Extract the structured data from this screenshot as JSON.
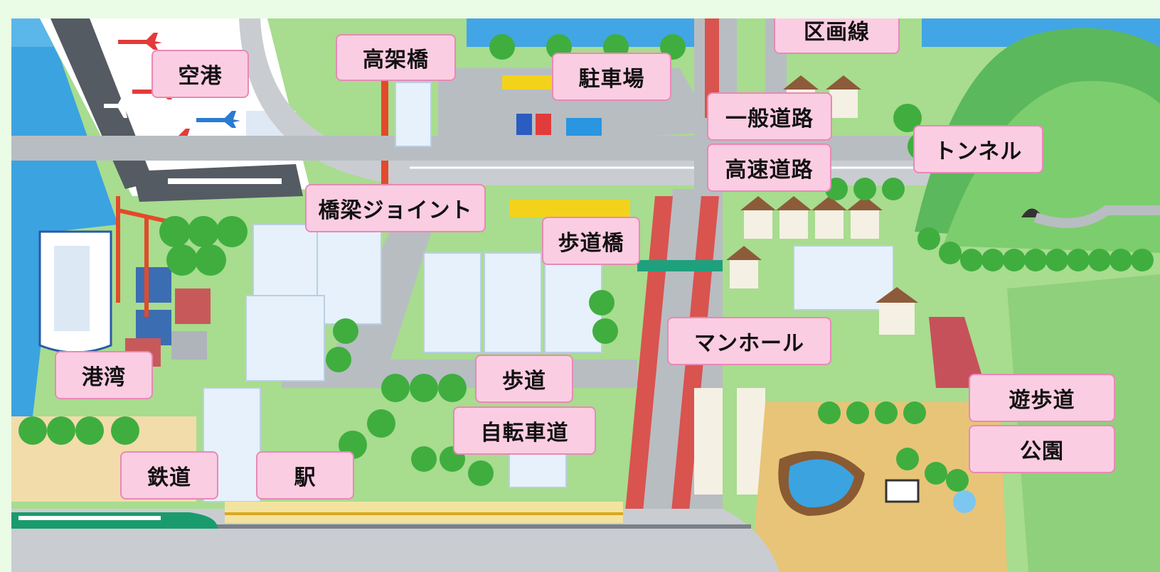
{
  "labels": {
    "airport": "空港",
    "viaduct": "高架橋",
    "parking": "駐車場",
    "lane_marking": "区画線",
    "general_road": "一般道路",
    "tunnel": "トンネル",
    "expressway": "高速道路",
    "bridge_joint": "橋梁ジョイント",
    "footbridge": "歩道橋",
    "manhole": "マンホール",
    "harbor": "港湾",
    "sidewalk": "歩道",
    "promenade": "遊歩道",
    "bicycle_path": "自転車道",
    "park": "公園",
    "railway": "鉄道",
    "station": "駅"
  },
  "colors": {
    "label_fill": "#fbcde2",
    "label_border": "#e889b6",
    "sea": "#3ba3e0",
    "road": "#b8bdc2",
    "expressway_lane": "#d9534f",
    "grass": "#9fd98a",
    "tree": "#3fae3f",
    "hill": "#5cb85c",
    "building": "#e6f1fb",
    "train": "#1a9b6e"
  },
  "icons": [
    "airplane-icon",
    "ship-icon",
    "container-icon",
    "crane-icon",
    "tree-icon",
    "house-icon",
    "car-icon",
    "bus-icon",
    "train-icon",
    "fountain-icon",
    "pond-icon",
    "tunnel-icon",
    "hill-icon",
    "signboard-icon"
  ]
}
